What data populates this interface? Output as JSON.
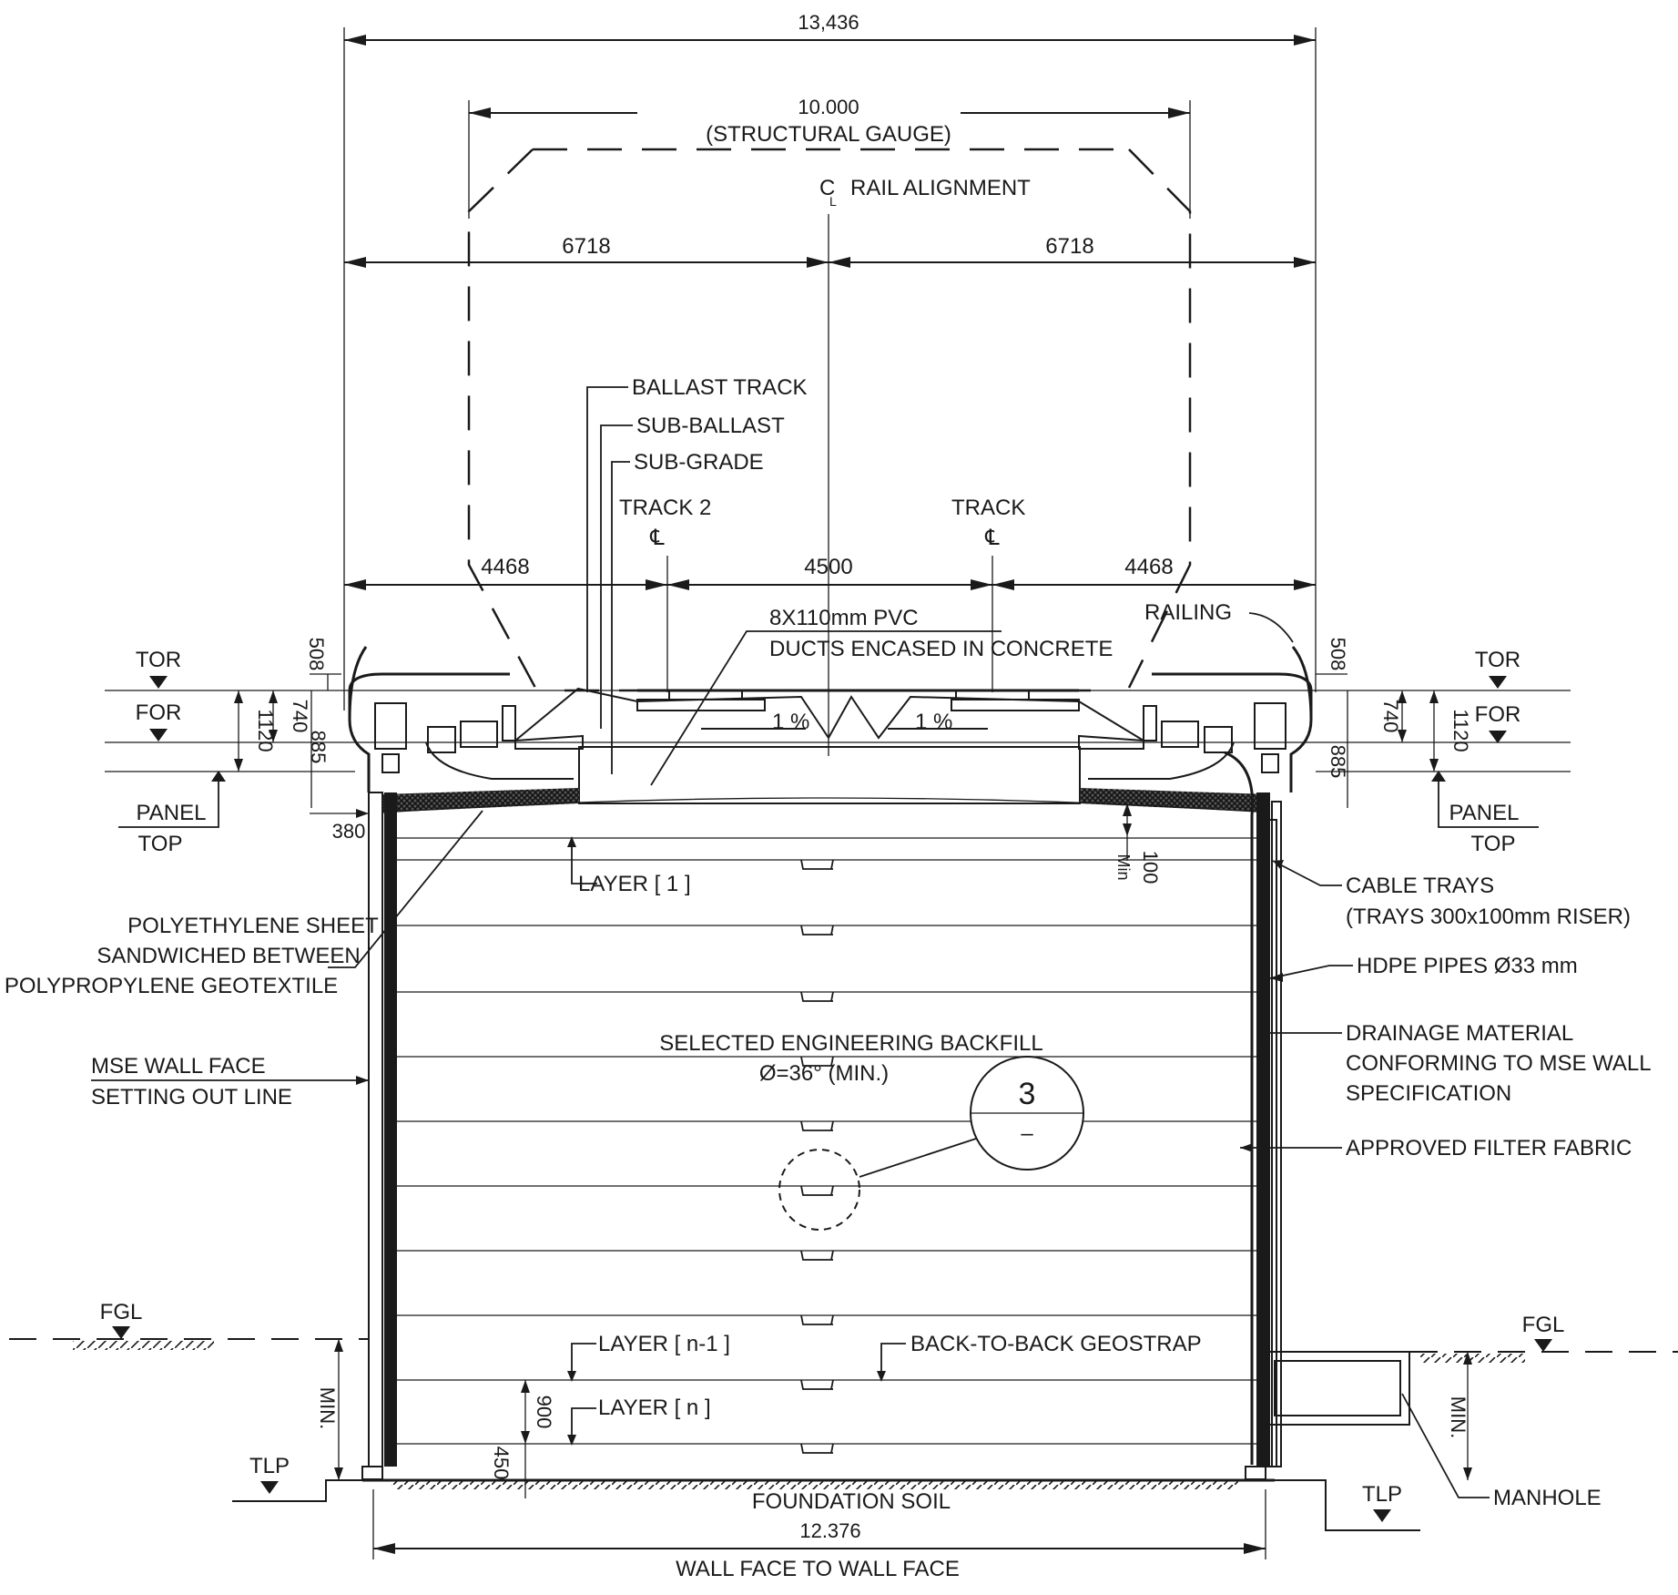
{
  "dims": {
    "overall_top": "13,436",
    "gauge_value": "10.000",
    "gauge_label": "(STRUCTURAL GAUGE)",
    "half_left": "6718",
    "half_right": "6718",
    "offset_left": "4468",
    "track_spacing": "4500",
    "offset_right": "4468",
    "dim_508_left": "508",
    "dim_508_right": "508",
    "dim_740_left": "740",
    "dim_740_right": "740",
    "dim_1120_left": "1120",
    "dim_1120_right": "1120",
    "dim_885_left": "885",
    "dim_885_right": "885",
    "dim_380": "380",
    "dim_100": "100",
    "dim_min_small": "Min",
    "dim_900": "900",
    "dim_450": "450",
    "dim_min_left": "MIN.",
    "dim_min_right": "MIN.",
    "bottom_value": "12.376",
    "bottom_label": "WALL FACE TO WALL FACE"
  },
  "labels": {
    "cl_symbol": "C",
    "cl_sub": "L",
    "rail_alignment": "RAIL ALIGNMENT",
    "ballast_track": "BALLAST TRACK",
    "sub_ballast": "SUB-BALLAST",
    "sub_grade": "SUB-GRADE",
    "track2": "TRACK 2",
    "track": "TRACK",
    "track_cl_left": "℄",
    "track_cl_right": "℄",
    "pvc_line1": "8X110mm PVC",
    "pvc_line2": "DUCTS ENCASED IN CONCRETE",
    "railing": "RAILING",
    "tor_left": "TOR",
    "for_left": "FOR",
    "panel_left": "PANEL",
    "top_left": "TOP",
    "tor_right": "TOR",
    "for_right": "FOR",
    "panel_right": "PANEL",
    "top_right": "TOP",
    "slope_left": "1 %",
    "slope_right": "1 %",
    "layer1": "LAYER [ 1 ]",
    "poly_line1": "POLYETHYLENE SHEET",
    "poly_line2": "SANDWICHED BETWEEN",
    "poly_line3": "POLYPROPYLENE GEOTEXTILE",
    "mse_line1": "MSE WALL FACE",
    "mse_line2": "SETTING OUT LINE",
    "backfill_line1": "SELECTED ENGINEERING BACKFILL",
    "backfill_line2": "Ø=36° (MIN.)",
    "detail_number": "3",
    "detail_sub": "–",
    "cable_line1": "CABLE TRAYS",
    "cable_line2": "(TRAYS 300x100mm RISER)",
    "hdpe": "HDPE PIPES Ø33 mm",
    "drain_line1": "DRAINAGE MATERIAL",
    "drain_line2": "CONFORMING TO MSE WALL",
    "drain_line3": "SPECIFICATION",
    "filter": "APPROVED FILTER FABRIC",
    "fgl_left": "FGL",
    "fgl_right": "FGL",
    "layer_n1": "LAYER [ n-1 ]",
    "geostrap": "BACK-TO-BACK GEOSTRAP",
    "layer_n": "LAYER [ n ]",
    "tlp_left": "TLP",
    "tlp_right": "TLP",
    "foundation": "FOUNDATION SOIL",
    "manhole": "MANHOLE"
  }
}
